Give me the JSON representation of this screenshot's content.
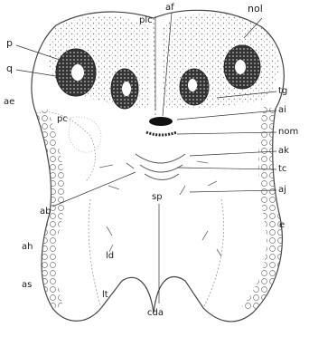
{
  "figure": {
    "labels": {
      "p": "p",
      "q": "q",
      "ae": "ae",
      "pc": "pc",
      "plc": "plc",
      "af": "af",
      "nol": "nol",
      "tg": "tg",
      "ai": "ai",
      "nom": "nom",
      "ak": "ak",
      "tc": "tc",
      "aj": "aj",
      "ab": "ab",
      "sp": "sp",
      "ah": "ah",
      "ld": "ld",
      "as": "as",
      "lt": "lt",
      "cda": "cda",
      "e": "e"
    },
    "ink_color": "#222222",
    "paper_color": "#ffffff"
  }
}
